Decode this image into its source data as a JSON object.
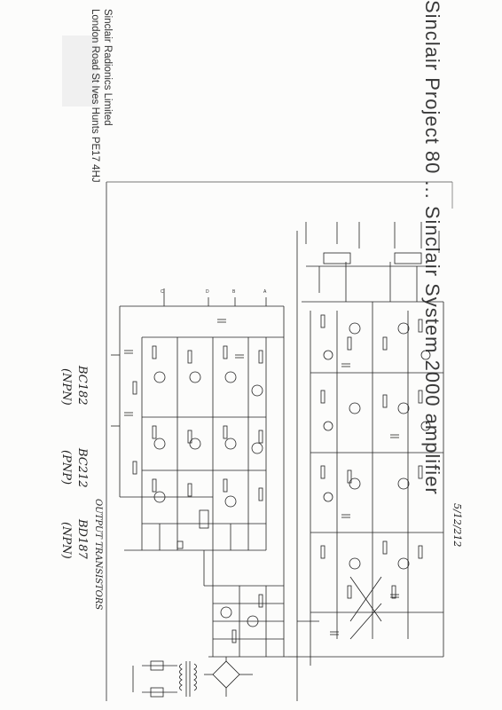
{
  "header": {
    "title": "Sinclair Project 80 ... Sinclair System 2000 amplifier",
    "company_line1": "Sinclair Radionics Limited",
    "company_line2": "London Road St Ives Hunts PE17 4HJ"
  },
  "annotations": {
    "bc182": "BC182",
    "bc182_type": "(NPN)",
    "bc212": "BC212",
    "bc212_type": "(PNP)",
    "bd187": "BD187",
    "bd187_type": "(NPN)",
    "output_transistors": "OUTPUT TRANSISTORS",
    "date": "5/12/212"
  },
  "schematic": {
    "node_labels": [
      "A",
      "B",
      "C",
      "D"
    ]
  }
}
